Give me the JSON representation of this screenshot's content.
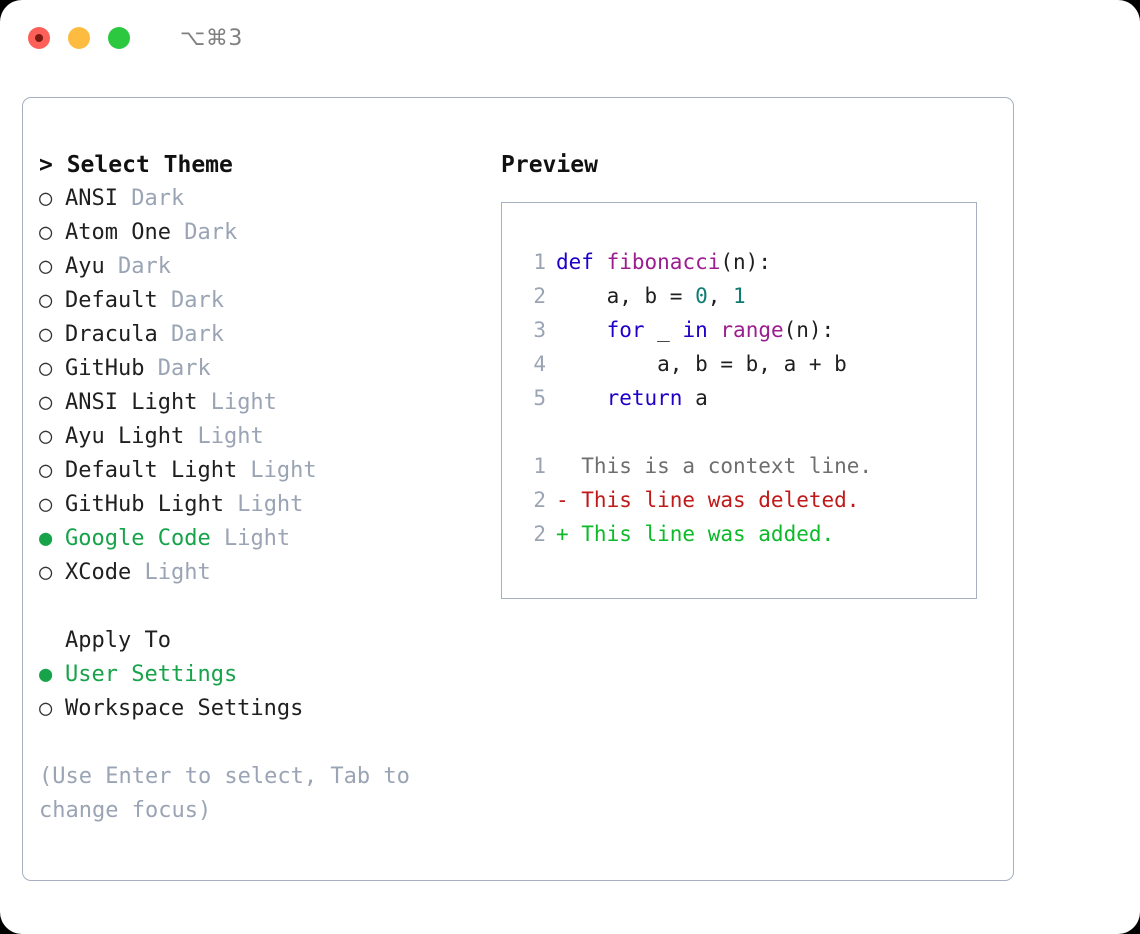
{
  "titlebar": {
    "shortcut": "⌥⌘3",
    "buttons": [
      {
        "name": "close",
        "color": "#fc6058"
      },
      {
        "name": "minimize",
        "color": "#fdbc40"
      },
      {
        "name": "maximize",
        "color": "#2bc840"
      }
    ]
  },
  "theme_picker": {
    "title": "Select Theme",
    "prompt": "> ",
    "unselected_marker": "○ ",
    "selected_marker": "● ",
    "items": [
      {
        "name": "ANSI",
        "variant": "Dark",
        "selected": false
      },
      {
        "name": "Atom One",
        "variant": "Dark",
        "selected": false
      },
      {
        "name": "Ayu",
        "variant": "Dark",
        "selected": false
      },
      {
        "name": "Default",
        "variant": "Dark",
        "selected": false
      },
      {
        "name": "Dracula",
        "variant": "Dark",
        "selected": false
      },
      {
        "name": "GitHub",
        "variant": "Dark",
        "selected": false
      },
      {
        "name": "ANSI Light",
        "variant": "Light",
        "selected": false
      },
      {
        "name": "Ayu Light",
        "variant": "Light",
        "selected": false
      },
      {
        "name": "Default Light",
        "variant": "Light",
        "selected": false
      },
      {
        "name": "GitHub Light",
        "variant": "Light",
        "selected": false
      },
      {
        "name": "Google Code",
        "variant": "Light",
        "selected": true
      },
      {
        "name": "XCode",
        "variant": "Light",
        "selected": false
      }
    ]
  },
  "apply_to": {
    "title": "Apply To",
    "items": [
      {
        "name": "User Settings",
        "selected": true
      },
      {
        "name": "Workspace Settings",
        "selected": false
      }
    ]
  },
  "hint": "(Use Enter to select, Tab to change focus)",
  "preview": {
    "title": "Preview",
    "code_lines": [
      {
        "ln": "1",
        "tokens": [
          {
            "t": "def",
            "c": "kw"
          },
          {
            "t": " ",
            "c": "pl"
          },
          {
            "t": "fibonacci",
            "c": "fn"
          },
          {
            "t": "(n):",
            "c": "pl"
          }
        ]
      },
      {
        "ln": "2",
        "tokens": [
          {
            "t": "    a, b = ",
            "c": "pl"
          },
          {
            "t": "0",
            "c": "num"
          },
          {
            "t": ", ",
            "c": "pl"
          },
          {
            "t": "1",
            "c": "num"
          }
        ]
      },
      {
        "ln": "3",
        "tokens": [
          {
            "t": "    ",
            "c": "pl"
          },
          {
            "t": "for",
            "c": "kw"
          },
          {
            "t": " _ ",
            "c": "pl"
          },
          {
            "t": "in",
            "c": "kw"
          },
          {
            "t": " ",
            "c": "pl"
          },
          {
            "t": "range",
            "c": "fn"
          },
          {
            "t": "(n):",
            "c": "pl"
          }
        ]
      },
      {
        "ln": "4",
        "tokens": [
          {
            "t": "        a, b = b, a + b",
            "c": "pl"
          }
        ]
      },
      {
        "ln": "5",
        "tokens": [
          {
            "t": "    ",
            "c": "pl"
          },
          {
            "t": "return",
            "c": "kw"
          },
          {
            "t": " a",
            "c": "pl"
          }
        ]
      }
    ],
    "diff_lines": [
      {
        "ln": "1",
        "text": "  This is a context line.",
        "kind": "ctx"
      },
      {
        "ln": "2",
        "text": "- This line was deleted.",
        "kind": "del"
      },
      {
        "ln": "2",
        "text": "+ This line was added.",
        "kind": "add"
      }
    ]
  },
  "colors": {
    "accent_green": "#17a34a",
    "muted": "#9aa4b4",
    "border": "#a6b0c0",
    "keyword": "#1e00c8",
    "function": "#9c1d8f",
    "number": "#0e7c72",
    "diff_add": "#0cba2a",
    "diff_del": "#c01919",
    "diff_ctx": "#6e6e6e"
  }
}
